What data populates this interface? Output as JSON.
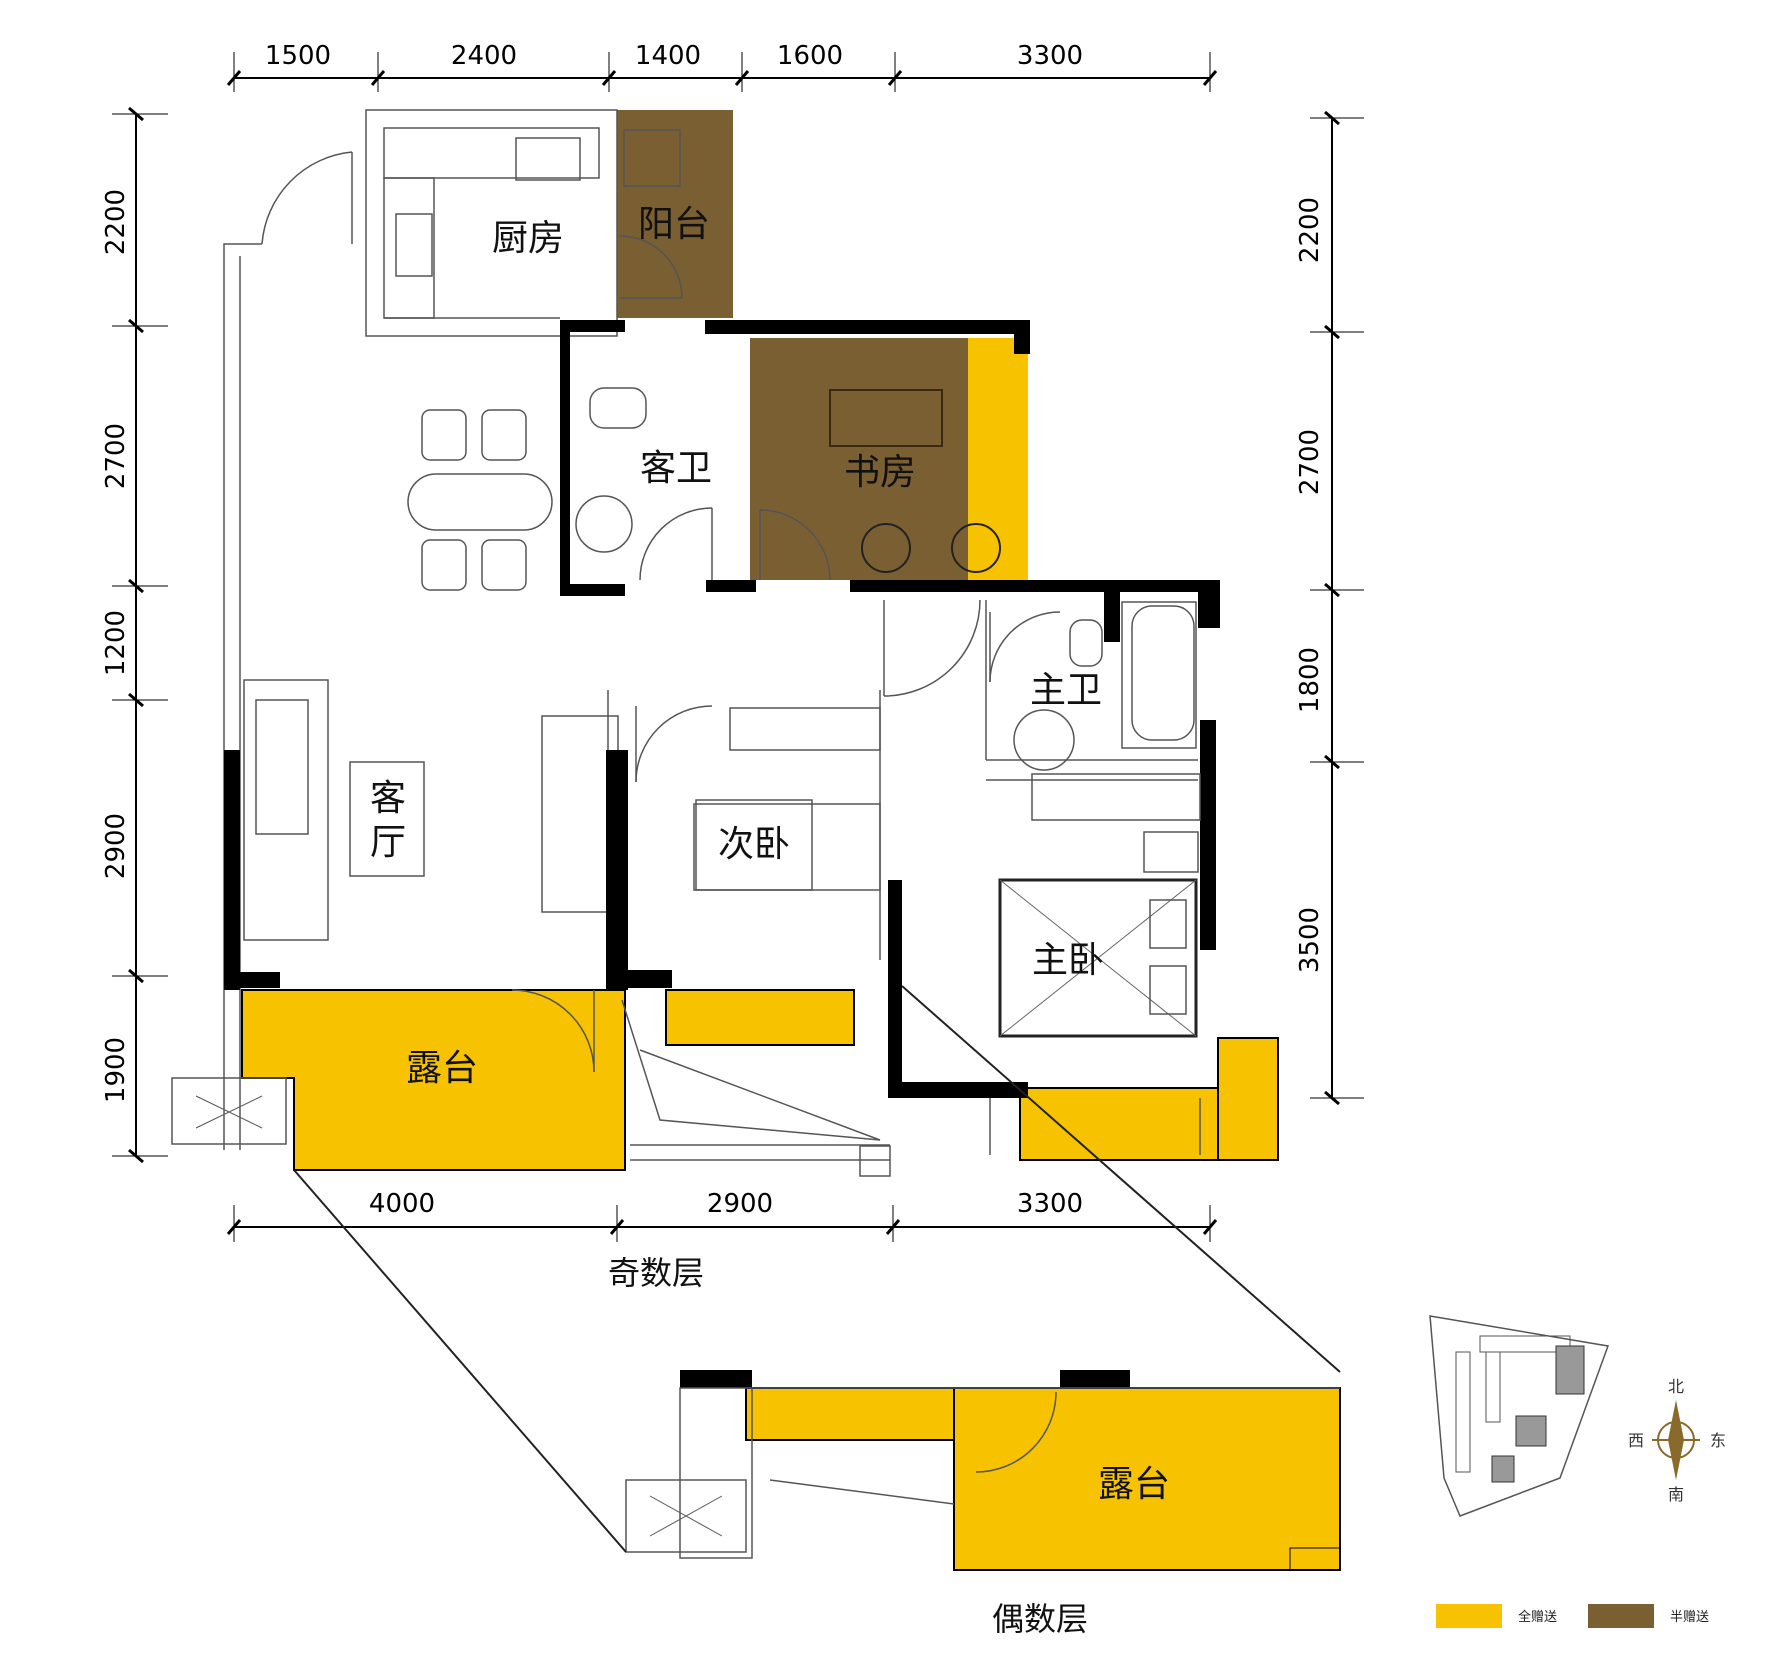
{
  "dimensions": {
    "top": [
      "1500",
      "2400",
      "1400",
      "1600",
      "3300"
    ],
    "bottom": [
      "4000",
      "2900",
      "3300"
    ],
    "left": [
      "2200",
      "2700",
      "1200",
      "2900",
      "1900"
    ],
    "right": [
      "2200",
      "2700",
      "1800",
      "3500"
    ]
  },
  "rooms": {
    "kitchen": "厨房",
    "balcony": "阳台",
    "guest_bath": "客卫",
    "study": "书房",
    "living_1": "客",
    "living_2": "厅",
    "second_bedroom": "次卧",
    "master_bath": "主卫",
    "master_bedroom": "主卧",
    "terrace": "露台"
  },
  "even_floor": {
    "terrace": "露台"
  },
  "captions": {
    "odd_floor": "奇数层",
    "even_floor": "偶数层"
  },
  "compass": {
    "north": "北",
    "south": "南",
    "east": "东",
    "west": "西"
  },
  "legend": [
    {
      "label": "全赠送",
      "color": "#F7C300"
    },
    {
      "label": "半赠送",
      "color": "#7A5F33"
    }
  ],
  "colors": {
    "full_gift": "#F7C300",
    "half_gift": "#7A5F33",
    "wall": "#000000"
  }
}
